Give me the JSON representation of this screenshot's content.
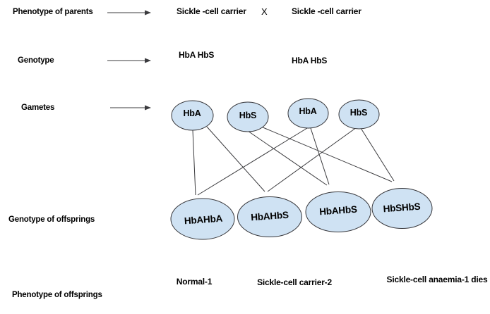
{
  "colors": {
    "ellipse_fill": "#cfe2f3",
    "ellipse_stroke": "#37373b",
    "connector": "#3b3b3e",
    "text": "#000000",
    "bg": "#ffffff"
  },
  "rows": {
    "parents_phenotype": {
      "label": "Phenotype of parents",
      "parent1": "Sickle -cell carrier",
      "cross_symbol": "X",
      "parent2": "Sickle -cell carrier"
    },
    "parents_genotype": {
      "label": "Genotype",
      "parent1": "HbA HbS",
      "parent2": "HbA HbS"
    },
    "gametes": {
      "label": "Gametes",
      "cells": [
        "HbA",
        "HbS",
        "HbA",
        "HbS"
      ]
    },
    "offspring_genotype": {
      "label": "Genotype of offsprings",
      "cells": [
        "HbAHbA",
        "HbAHbS",
        "HbAHbS",
        "HbSHbS"
      ]
    },
    "offspring_phenotype": {
      "label": "Phenotype of offsprings",
      "cells": [
        "Normal-1",
        "Sickle-cell carrier-2",
        "Sickle-cell anaemia-1 dies"
      ]
    }
  }
}
